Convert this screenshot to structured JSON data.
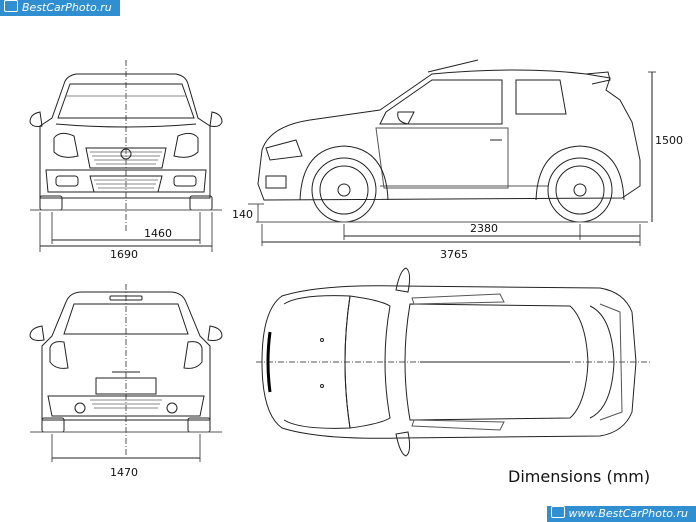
{
  "watermarks": {
    "top_left": "BestCarPhoto.ru",
    "bottom_right": "www.BestCarPhoto.ru"
  },
  "caption": "Dimensions (mm)",
  "dimensions": {
    "front_track": "1460",
    "overall_width": "1690",
    "rear_track": "1470",
    "ground_clearance": "140",
    "wheelbase": "2380",
    "overall_length": "3765",
    "overall_height": "1500"
  },
  "views": [
    "front-view",
    "side-view",
    "rear-view",
    "top-view"
  ]
}
